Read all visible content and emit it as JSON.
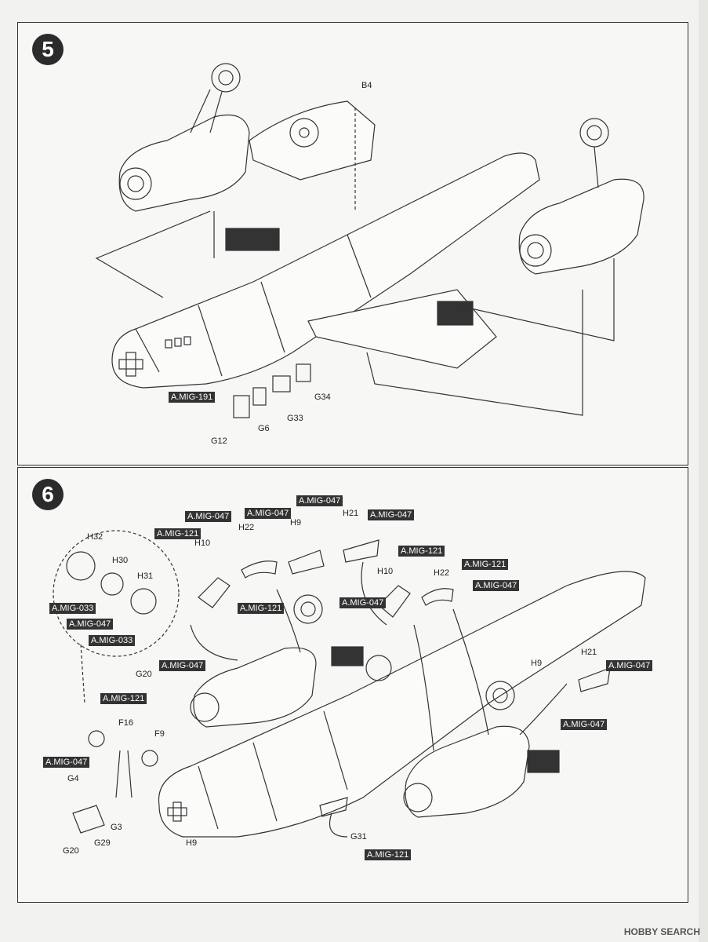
{
  "step5": {
    "number": "5",
    "labels": {
      "b4": "B4",
      "g34": "G34",
      "g33": "G33",
      "g6": "G6",
      "g12": "G12"
    },
    "tags": {
      "mig191": "A.MIG-191"
    }
  },
  "step6": {
    "number": "6",
    "labels": {
      "h32": "H32",
      "h30": "H30",
      "h31": "H31",
      "h10a": "H10",
      "h22a": "H22",
      "h9a": "H9",
      "h21a": "H21",
      "h10b": "H10",
      "h22b": "H22",
      "h21b": "H21",
      "h9b": "H9",
      "g20a": "G20",
      "f16": "F16",
      "f9": "F9",
      "g4": "G4",
      "g3": "G3",
      "g29": "G29",
      "g20b": "G20",
      "h9c": "H9",
      "g31": "G31"
    },
    "tags": {
      "t1": "A.MIG-047",
      "t2": "A.MIG-047",
      "t3": "A.MIG-047",
      "t4": "A.MIG-121",
      "t5": "A.MIG-047",
      "t6": "A.MIG-121",
      "t7": "A.MIG-121",
      "t8": "A.MIG-047",
      "t9": "A.MIG-121",
      "t10": "A.MIG-047",
      "t11": "A.MIG-033",
      "t12": "A.MIG-047",
      "t13": "A.MIG-033",
      "t14": "A.MIG-047",
      "t15": "A.MIG-121",
      "t16": "A.MIG-047",
      "t17": "A.MIG-047",
      "t18": "A.MIG-121"
    }
  },
  "footer": {
    "logo": "HOBBY SEARCH"
  }
}
